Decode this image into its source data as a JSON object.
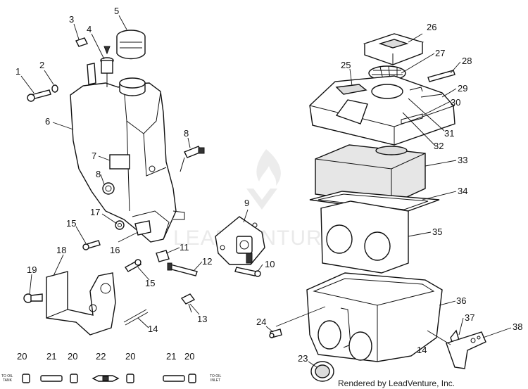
{
  "diagram": {
    "callouts": [
      "1",
      "2",
      "3",
      "4",
      "5",
      "6",
      "7",
      "8",
      "8",
      "9",
      "10",
      "11",
      "12",
      "13",
      "14",
      "14",
      "15",
      "15",
      "16",
      "17",
      "18",
      "19",
      "20",
      "20",
      "20",
      "20",
      "21",
      "21",
      "22",
      "23",
      "24",
      "25",
      "26",
      "27",
      "28",
      "29",
      "30",
      "31",
      "32",
      "33",
      "34",
      "35",
      "36",
      "37",
      "38"
    ],
    "hose_labels": {
      "to_oil_tank": [
        "TO OIL",
        "TANK"
      ],
      "to_oil_inlet": [
        "TO OIL",
        "INLET"
      ]
    },
    "watermark": "LEADVENTURE",
    "credit": "Rendered by LeadVenture, Inc."
  }
}
